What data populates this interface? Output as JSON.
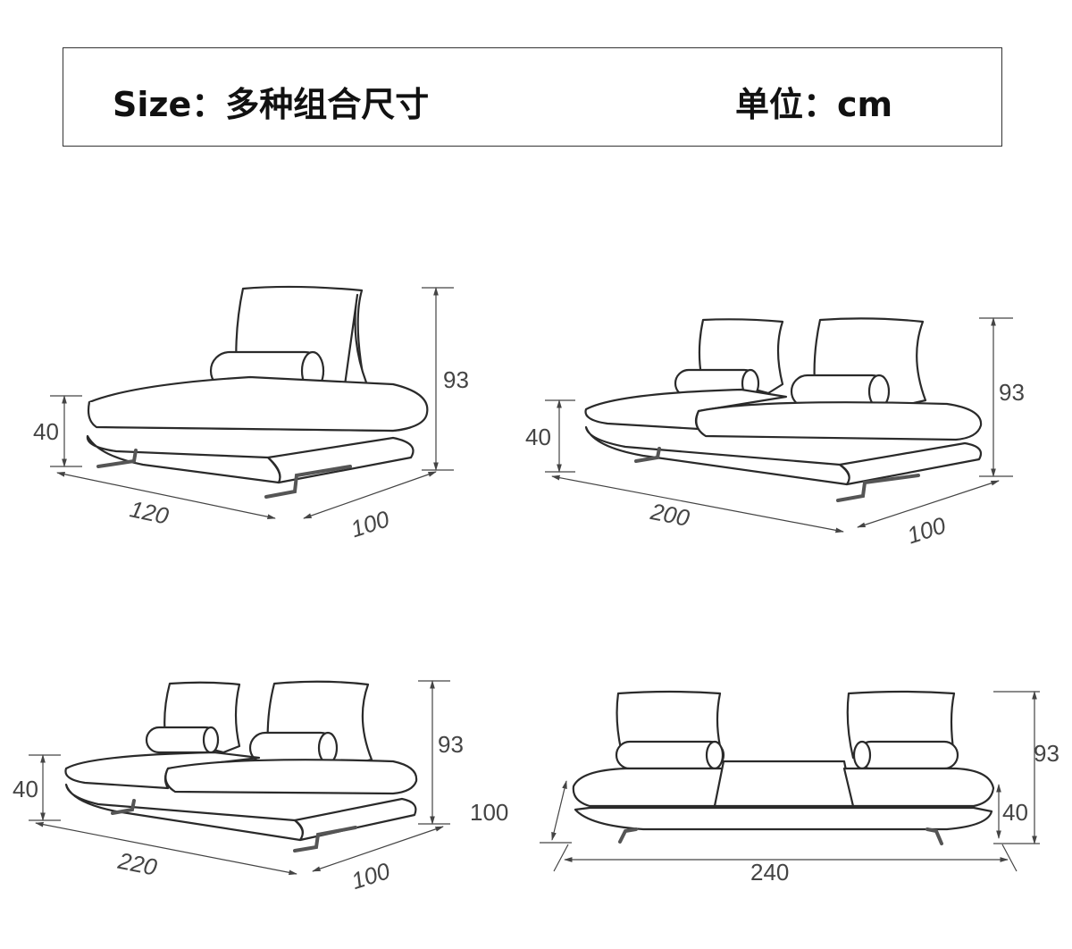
{
  "header": {
    "size_label": "Size：多种组合尺寸",
    "unit_label": "单位：cm"
  },
  "diagrams": [
    {
      "name": "single-chaise",
      "height": "93",
      "seat_height": "40",
      "width": "120",
      "depth": "100"
    },
    {
      "name": "two-seat-200",
      "height": "93",
      "seat_height": "40",
      "width": "200",
      "depth": "100"
    },
    {
      "name": "two-seat-220",
      "height": "93",
      "seat_height": "40",
      "width": "220",
      "depth": "100",
      "extra": "100"
    },
    {
      "name": "sofa-240",
      "height": "93",
      "seat_height": "40",
      "width": "240"
    }
  ]
}
